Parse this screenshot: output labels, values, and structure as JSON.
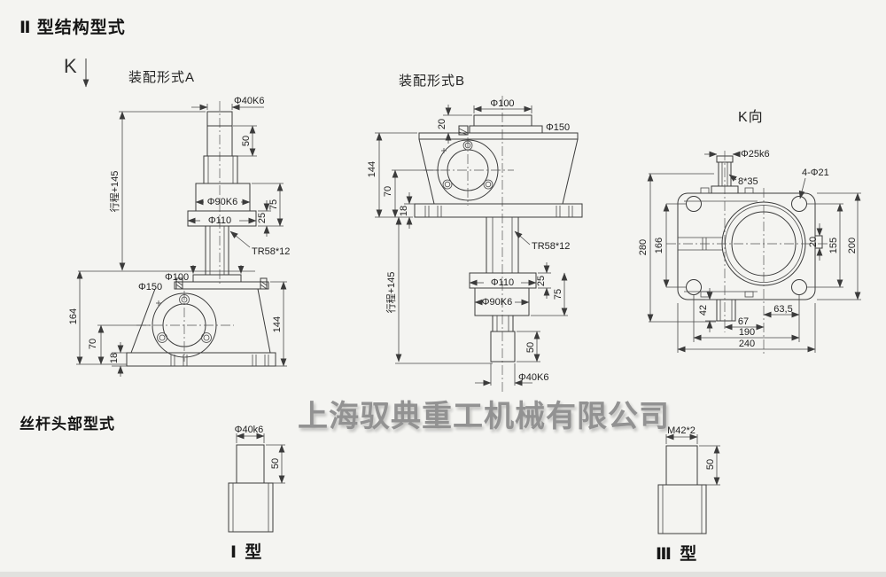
{
  "page": {
    "title": "Ⅱ 型结构型式",
    "k_arrow_label": "K",
    "section2_title": "丝杆头部型式",
    "watermark": "上海驭典重工机械有限公司"
  },
  "view_a": {
    "title": "装配形式A",
    "dims": {
      "shaft_dia": "Φ40K6",
      "shaft_len": "50",
      "travel": "行程+145",
      "sleeve_dia": "Φ90K6",
      "flange_dia": "Φ110",
      "h75": "75",
      "h25": "25",
      "screw_thread": "TR58*12",
      "spigot_dia": "Φ100",
      "base_flange_dia": "Φ150",
      "h164": "164",
      "h144": "144",
      "h70": "70",
      "h18": "18"
    }
  },
  "view_b": {
    "title": "装配形式B",
    "dims": {
      "spigot_dia": "Φ100",
      "h20": "20",
      "flange_dia": "Φ150",
      "h144": "144",
      "h70": "70",
      "h18": "18",
      "travel": "行程+145",
      "screw_thread": "TR58*12",
      "flange110_dia": "Φ110",
      "h25": "25",
      "h75": "75",
      "sleeve_dia": "Φ90K6",
      "h50": "50",
      "shaft_dia": "Φ40K6"
    }
  },
  "view_k": {
    "title": "K向",
    "dims": {
      "worm_shaft_dia": "Φ25k6",
      "key": "8*35",
      "holes": "4-Φ21",
      "h280": "280",
      "h166": "166",
      "h155": "155",
      "h200": "200",
      "w20": "20",
      "h42": "42",
      "w67": "67",
      "w63_5": "63,5",
      "w190": "190",
      "w240": "240"
    }
  },
  "type1": {
    "label": "Ⅰ 型",
    "dia": "Φ40k6",
    "len": "50"
  },
  "type3": {
    "label": "Ⅲ 型",
    "dia": "M42*2",
    "len": "50"
  }
}
